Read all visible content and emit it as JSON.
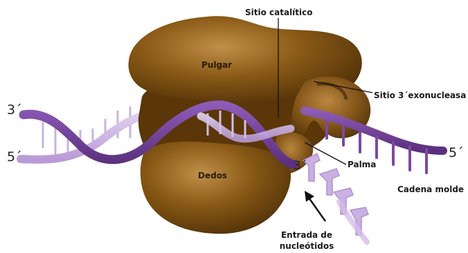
{
  "diagram": {
    "labels": {
      "catalytic_site": "Sitio catalítico",
      "thumb": "Pulgar",
      "exonuclease_site": "Sitio 3´exonucleasa",
      "fingers": "Dedos",
      "palm": "Palma",
      "template_strand": "Cadena molde",
      "nucleotide_entry_line1": "Entrada de",
      "nucleotide_entry_line2": "nucleótidos",
      "end_3_left": "3´",
      "end_5_left": "5´",
      "end_3_primer": "3´",
      "end_5_right": "5´"
    },
    "colors": {
      "protein": "#8a5a16",
      "protein_dark": "#4a2c06",
      "protein_light": "#b8863c",
      "dna_dark": "#6b3d8f",
      "dna_mid": "#9a6fc0",
      "dna_light": "#d7c3ec",
      "leader_line": "#111111"
    }
  }
}
